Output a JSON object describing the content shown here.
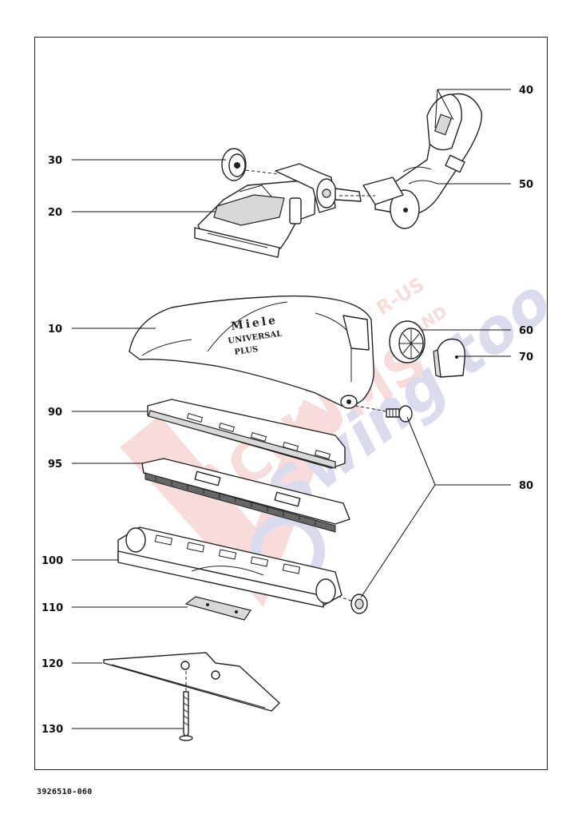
{
  "document_number": "3926510-060",
  "callouts": [
    "10",
    "20",
    "30",
    "40",
    "50",
    "60",
    "70",
    "80",
    "90",
    "95",
    "100",
    "110",
    "120",
    "130"
  ],
  "product_brand": "Miele",
  "product_line1": "UNIVERSAL",
  "product_line2": "PLUS",
  "watermark": {
    "text_main": "ACUUMS",
    "text_sub": "R-US",
    "text_and": "AND",
    "text_script": "Swing too",
    "color_red": "#d94545",
    "color_blue": "#3a3fa0"
  }
}
